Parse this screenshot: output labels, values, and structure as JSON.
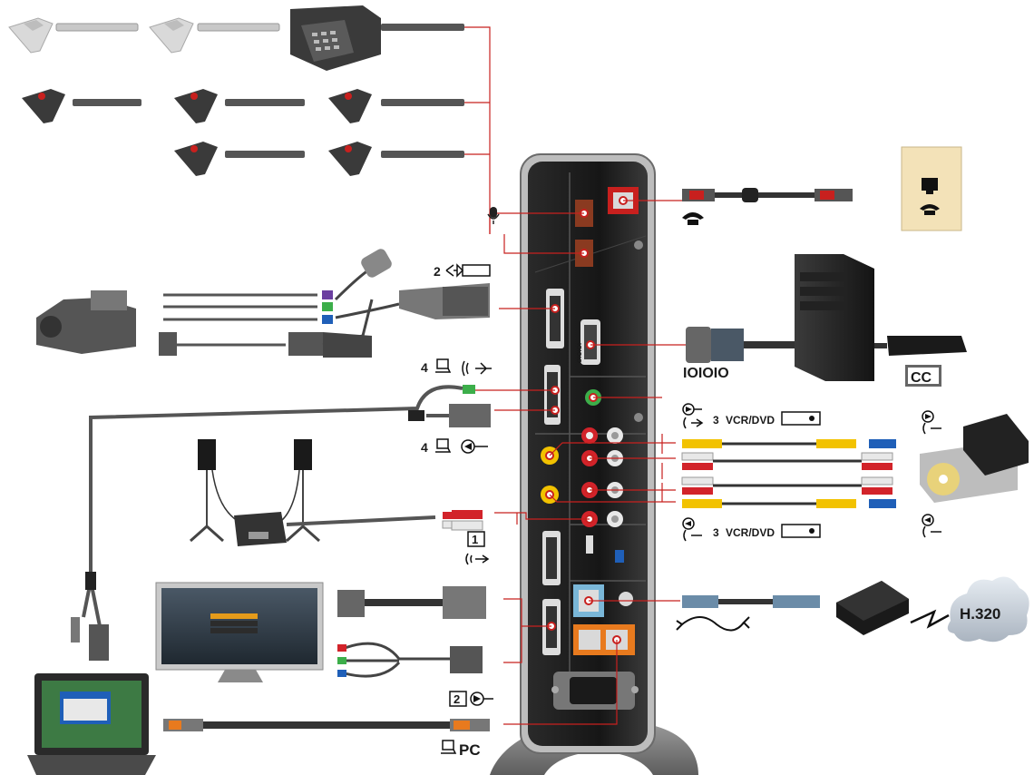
{
  "labels": {
    "camera2": "2",
    "display_out_1": "4",
    "display_in_1": "4",
    "vcr_top_count": "3",
    "vcr_top_text": "VCR/DVD",
    "vcr_bottom_count": "3",
    "vcr_bottom_text": "VCR/DVD",
    "monitor_1": "1",
    "monitor_2": "2",
    "serial": "IOIOIO",
    "serial_port": "IOIOIO",
    "cc": "CC",
    "pc": "PC",
    "network": "H.320"
  },
  "colors": {
    "accent_wire": "#c8201e",
    "cable": "#2b2b2b",
    "panel": "#1c1c1c",
    "yellow_rca": "#f2c200",
    "red_rca": "#d2232a",
    "white_rca": "#e8e8e8",
    "blue_rca": "#1f5fb8",
    "wall_plate": "#f3e2b8"
  },
  "icons": [
    "microphone-icon",
    "telephone-icon",
    "camera-icon",
    "speaker-icon",
    "laptop-icon",
    "display-icon",
    "pc-icon",
    "power-icon",
    "network-cloud-icon"
  ]
}
